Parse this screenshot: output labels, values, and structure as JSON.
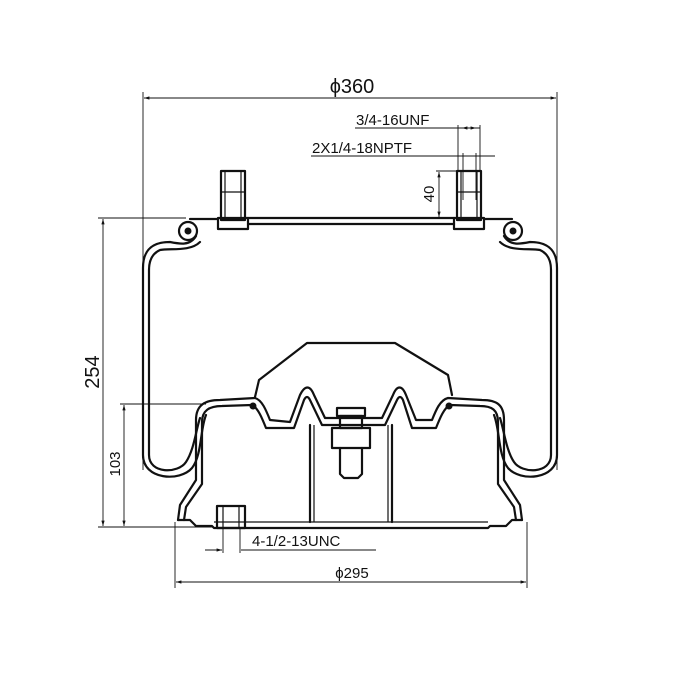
{
  "drawing": {
    "dimensions": {
      "top_diameter": "ϕ360",
      "top_thread": "3/4-16UNF",
      "air_fitting": "2X1/4-18NPTF",
      "stud_height": "40",
      "overall_height": "254",
      "piston_height": "103",
      "bottom_thread": "4-1/2-13UNC",
      "piston_diameter": "ϕ295"
    },
    "colors": {
      "line": "#111111",
      "background": "#ffffff"
    }
  }
}
